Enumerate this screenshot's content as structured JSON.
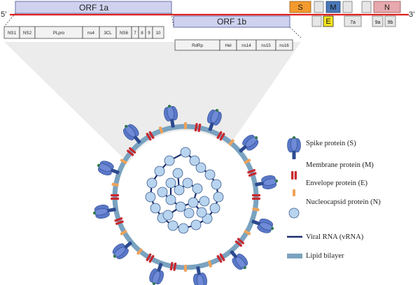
{
  "genome": {
    "five_prime": "5’",
    "three_prime": "3’",
    "orf1a": "ORF 1a",
    "orf1b": "ORF 1b",
    "structural": {
      "s": "S",
      "m": "M",
      "e": "E",
      "n": "N"
    },
    "accessory": [
      "7a",
      "9a",
      "9b"
    ],
    "nsp_row1": [
      "NS1",
      "NS2",
      "PLpro",
      "ns4",
      "3CL",
      "NS6",
      "7",
      "8",
      "9",
      "10"
    ],
    "nsp_row2": [
      "RdRp",
      "Hel",
      "ns14",
      "ns15",
      "ns16"
    ]
  },
  "legend": [
    {
      "key": "spike",
      "label": "Spike protein (S)"
    },
    {
      "key": "membrane",
      "label": "Membrane protein (M)"
    },
    {
      "key": "envelope",
      "label": "Envelope protein (E)"
    },
    {
      "key": "nucleocapsid",
      "label": "Nucleocapsid protein (N)"
    },
    {
      "key": "rna",
      "label": "Viral RNA (vRNA)"
    },
    {
      "key": "lipid",
      "label": "Lipid bilayer"
    }
  ],
  "colors": {
    "orf_fill": "#cfd2ee",
    "orf_border": "#6a6fa8",
    "genome_line": "#e02020",
    "s_fill": "#f29a2e",
    "m_fill": "#4a78b8",
    "e_fill": "#f6e51e",
    "n_fill": "#e6a9ad",
    "box_fill": "#e6e6e6",
    "spike": "#5a78c8",
    "spike_dark": "#2c4a90",
    "membrane": "#c8282e",
    "envelope": "#eea35a",
    "nucleocapsid": "#b8d4ef",
    "rna": "#1c2d6e",
    "lipid": "#7aa3c0"
  }
}
